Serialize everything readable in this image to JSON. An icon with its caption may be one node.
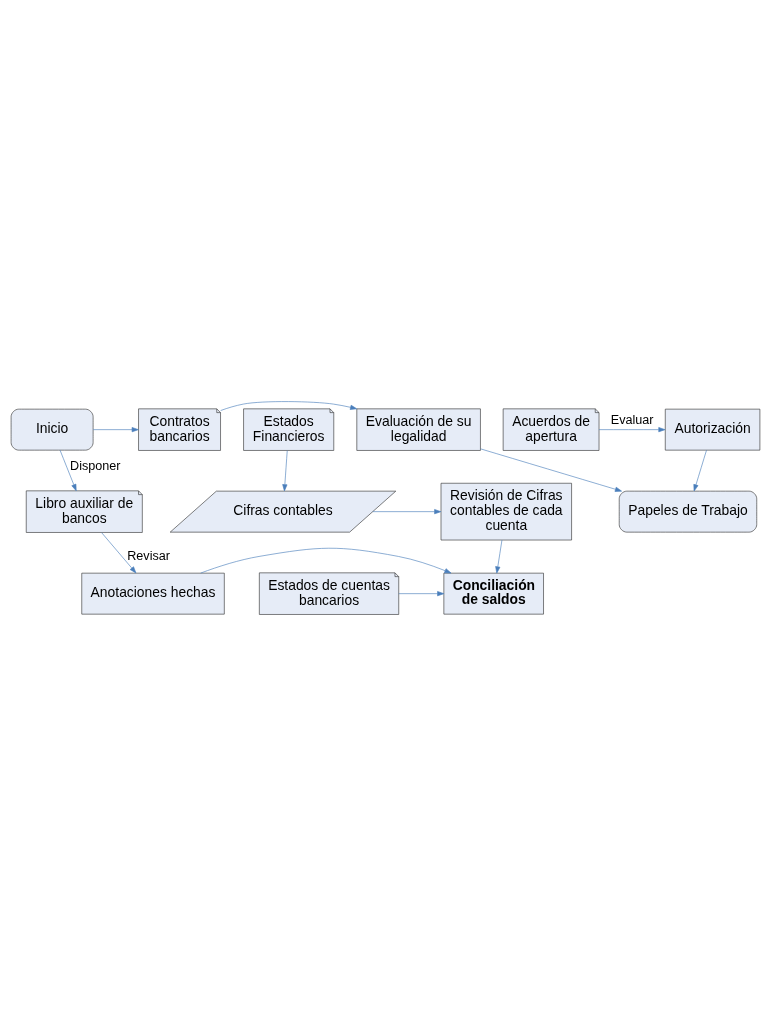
{
  "diagram": {
    "nodes": [
      {
        "text": [
          "Inicio"
        ]
      },
      {
        "text": [
          "Contratos bancarios"
        ]
      },
      {
        "text": [
          "Acuerdos de apertura"
        ]
      },
      {
        "text": [
          "Estados Financieros"
        ]
      },
      {
        "text": [
          "Evaluación de su legalidad"
        ]
      },
      {
        "text": [
          "Autorización"
        ]
      },
      {
        "text": [
          "Cifras contables"
        ]
      },
      {
        "text": [
          "Revisión de Cifras contables de cada cuenta"
        ]
      },
      {
        "text": [
          "Libro auxiliar de bancos"
        ]
      },
      {
        "text": [
          "Estados de cuentas bancarios"
        ]
      },
      {
        "text": [
          "Anotaciones hechas"
        ]
      },
      {
        "text": [
          "Conciliación de saldos"
        ]
      },
      {
        "text": [
          "Papeles de Trabajo"
        ]
      }
    ],
    "edges": [
      {
        "from": 0,
        "to": 1,
        "arrow": "to"
      },
      {
        "from": 1,
        "to": 4,
        "arrow": "to"
      },
      {
        "from": 2,
        "to": 5,
        "arrow": "to",
        "label": "Evaluar"
      },
      {
        "from": 3,
        "to": 6,
        "arrow": "to"
      },
      {
        "from": 6,
        "to": 7,
        "arrow": "to"
      },
      {
        "from": 0,
        "to": 8,
        "arrow": "to",
        "label": "Disponer"
      },
      {
        "from": 8,
        "to": 10,
        "arrow": "to",
        "label": "Revisar"
      },
      {
        "from": 7,
        "to": 11,
        "arrow": "to"
      },
      {
        "from": 10,
        "to": 11,
        "arrow": "to"
      },
      {
        "from": 9,
        "to": 11,
        "arrow": "to"
      },
      {
        "from": 4,
        "to": 12,
        "arrow": "to"
      },
      {
        "from": 5,
        "to": 12,
        "arrow": "to"
      }
    ]
  }
}
